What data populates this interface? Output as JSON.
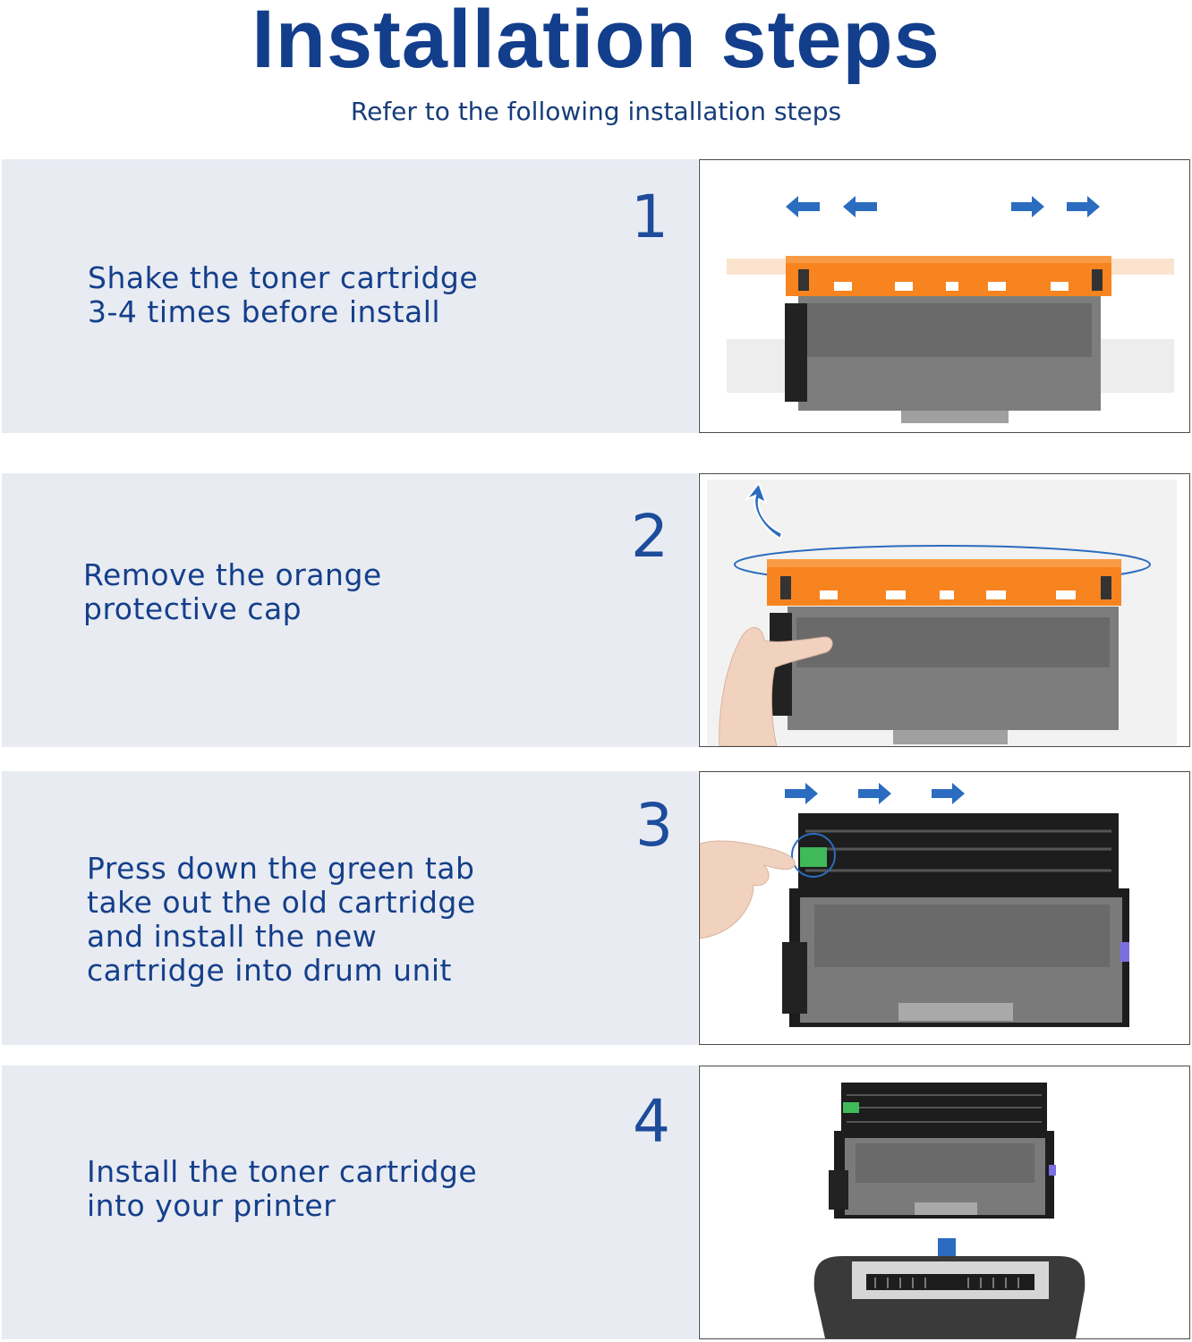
{
  "header": {
    "title": "Installation steps",
    "subtitle": "Refer to the following installation steps"
  },
  "colors": {
    "title": "#123e8c",
    "panel_bg": "#e8ebf2",
    "text": "#143f8a",
    "arrow": "#2b6cc0",
    "cap_orange": "#f7841f",
    "tab_green": "#3fb95a",
    "cartridge_gray": "#7d7d7d"
  },
  "steps": [
    {
      "number": "1",
      "text": "Shake the toner cartridge\n3-4 times before install",
      "image": "toner-cartridge-shaking-illustration"
    },
    {
      "number": "2",
      "text": "Remove the orange\nprotective cap",
      "image": "remove-orange-cap-illustration"
    },
    {
      "number": "3",
      "text": "Press down the green tab\ntake out the old cartridge\nand install the new\ncartridge into drum unit",
      "image": "drum-unit-green-tab-illustration"
    },
    {
      "number": "4",
      "text": "Install the toner cartridge\ninto your printer",
      "image": "install-into-printer-illustration"
    }
  ]
}
